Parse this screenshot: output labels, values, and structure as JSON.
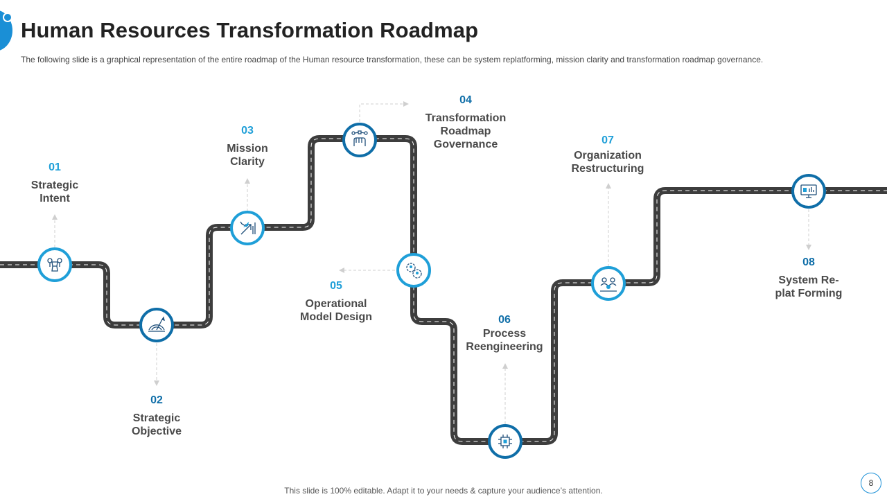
{
  "slide": {
    "title": "Human Resources Transformation Roadmap",
    "subtitle": "The following slide is a graphical representation of the entire roadmap of the Human resource transformation, these can be system replatforming, mission clarity and transformation roadmap governance.",
    "footer": "This slide is 100% editable. Adapt it to your needs & capture your audience’s attention.",
    "page_number": "8"
  },
  "colors": {
    "accent_light": "#1f9fd8",
    "accent_dark": "#0f6ea8",
    "road": "#3d3d3d"
  },
  "steps": [
    {
      "num": "01",
      "label": "Strategic\nIntent",
      "icon": "chess-strategy-icon"
    },
    {
      "num": "02",
      "label": "Strategic\nObjective",
      "icon": "target-dart-icon"
    },
    {
      "num": "03",
      "label": "Mission\nClarity",
      "icon": "rocket-growth-icon"
    },
    {
      "num": "04",
      "label": "Transformation\nRoadmap\nGovernance",
      "icon": "hand-network-icon"
    },
    {
      "num": "05",
      "label": "Operational\nModel Design",
      "icon": "gear-team-icon"
    },
    {
      "num": "06",
      "label": "Process\nReengineering",
      "icon": "chip-process-icon"
    },
    {
      "num": "07",
      "label": "Organization\nRestructuring",
      "icon": "people-structure-icon"
    },
    {
      "num": "08",
      "label": "System Re-\nplat Forming",
      "icon": "monitor-dashboard-icon"
    }
  ]
}
